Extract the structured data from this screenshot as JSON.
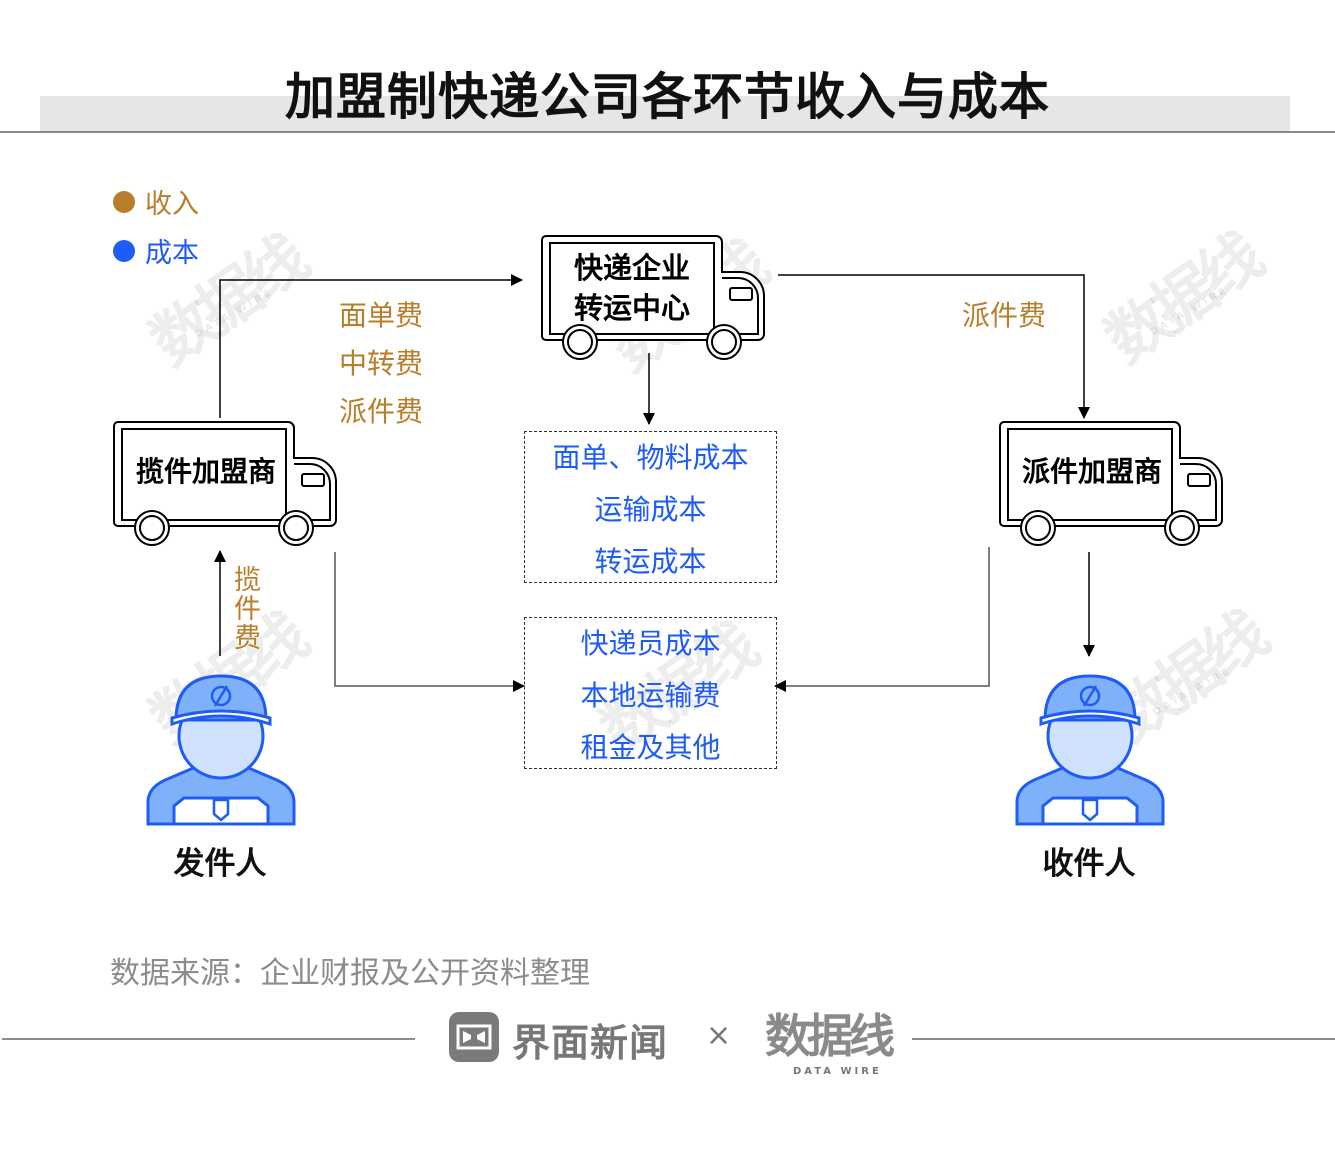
{
  "title": "加盟制快递公司各环节收入与成本",
  "legend": [
    {
      "label": "收入",
      "color": "#b97e2b"
    },
    {
      "label": "成本",
      "color": "#1f5cf5"
    }
  ],
  "nodes": {
    "transfer_center": {
      "line1": "快递企业",
      "line2": "转运中心",
      "icon": "truck-icon"
    },
    "pickup_franchisee": {
      "label": "揽件加盟商",
      "icon": "truck-icon"
    },
    "delivery_franchisee": {
      "label": "派件加盟商",
      "icon": "truck-icon"
    },
    "sender": {
      "label": "发件人",
      "icon": "courier-person-icon"
    },
    "receiver": {
      "label": "收件人",
      "icon": "courier-person-icon"
    }
  },
  "revenue_flows": {
    "pickup_to_center": [
      "面单费",
      "中转费",
      "派件费"
    ],
    "center_to_delivery": [
      "派件费"
    ],
    "sender_to_pickup": [
      "揽",
      "件",
      "费"
    ]
  },
  "cost_boxes": {
    "center_costs": [
      "面单、物料成本",
      "运输成本",
      "转运成本"
    ],
    "franchisee_costs": [
      "快递员成本",
      "本地运输费",
      "租金及其他"
    ]
  },
  "watermark": {
    "main": "数据线",
    "sub": "DATA WIRE"
  },
  "footer": {
    "source": "数据来源：企业财报及公开资料整理",
    "brand1": "界面新闻",
    "times": "×",
    "brand2": "数据线",
    "brand2_sub": "DATA WIRE"
  },
  "colors": {
    "revenue": "#b97e2b",
    "cost": "#1f5cf5",
    "person_fill": "#7fb1fb",
    "person_face": "#cfe1ff"
  }
}
